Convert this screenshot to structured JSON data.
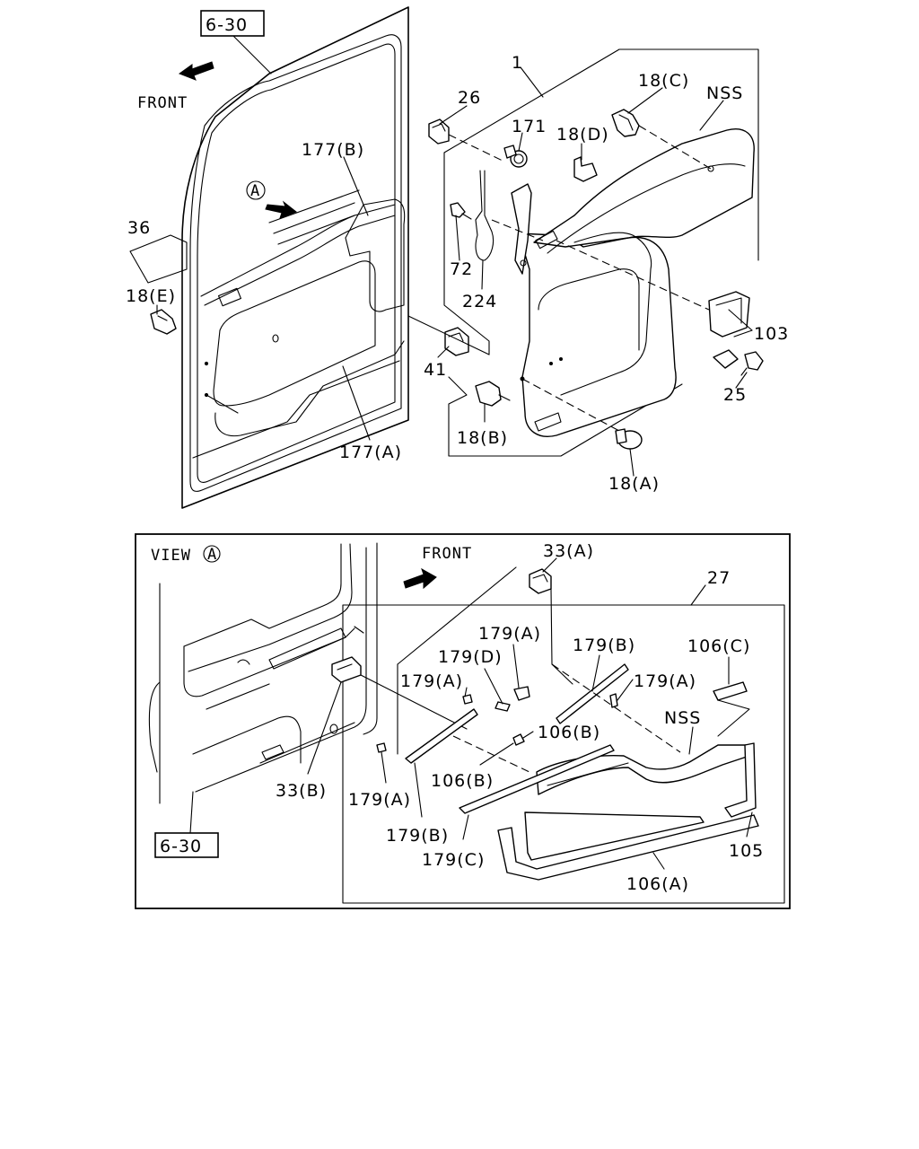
{
  "refs": {
    "ref_top": "6-30",
    "ref_bottom": "6-30"
  },
  "front_labels": {
    "top": "FRONT",
    "view": "FRONT"
  },
  "view": {
    "label": "VIEW",
    "marker_top": "A",
    "marker_view": "A"
  },
  "callouts_upper": {
    "c1": "1",
    "c26": "26",
    "c171": "171",
    "c18c": "18(C)",
    "c18d": "18(D)",
    "nss": "NSS",
    "c177b": "177(B)",
    "c36": "36",
    "c18e": "18(E)",
    "c72": "72",
    "c224": "224",
    "c41": "41",
    "c18b": "18(B)",
    "c177a": "177(A)",
    "c103": "103",
    "c25": "25",
    "c18a": "18(A)"
  },
  "callouts_lower": {
    "c33a": "33(A)",
    "c27": "27",
    "c179a_1": "179(A)",
    "c179d": "179(D)",
    "c179b_1": "179(B)",
    "c106c": "106(C)",
    "c179a_2": "179(A)",
    "c179a_3": "179(A)",
    "nss": "NSS",
    "c106b_1": "106(B)",
    "c106b_2": "106(B)",
    "c33b": "33(B)",
    "c179a_4": "179(A)",
    "c179b_2": "179(B)",
    "c179c": "179(C)",
    "c106a": "106(A)",
    "c105": "105"
  }
}
